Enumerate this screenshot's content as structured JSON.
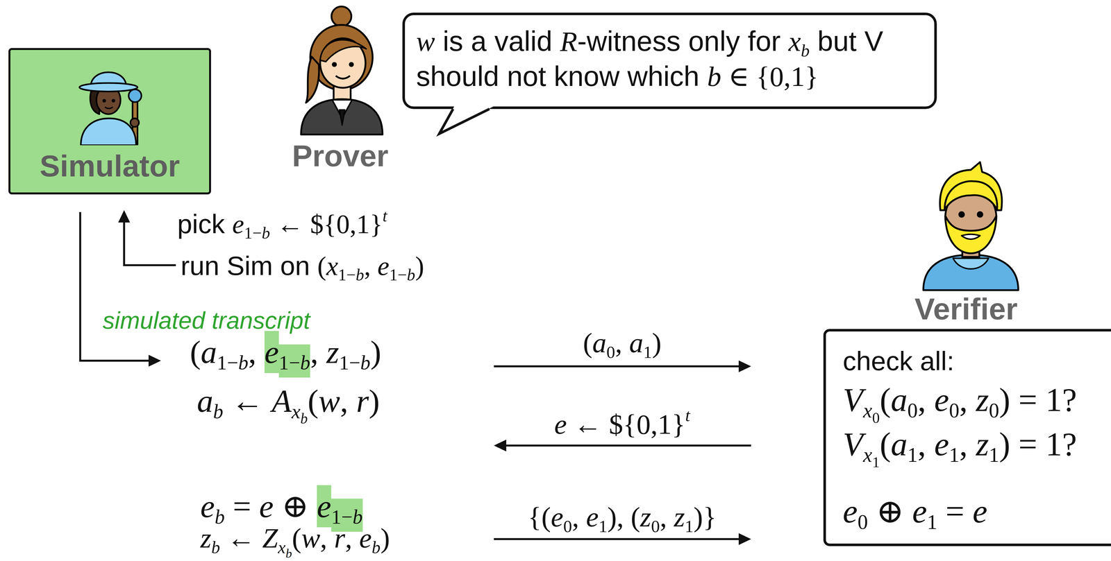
{
  "diagram": {
    "nodes": [
      {
        "text": [
          "Simulator"
        ]
      },
      {
        "text": [
          "w is a valid R-witness only for xb but V should not know which b ∈ {0,1}"
        ]
      },
      {
        "text": [
          "check all:",
          "Vx0(a0, e0, z0) = 1?",
          "Vx1(a1, e1, z1) = 1?",
          "e0 ⊕ e1 = e"
        ]
      }
    ],
    "labels": [
      "Prover",
      "Verifier",
      "pick e1−b ← ${0,1}t",
      "run Sim on (x1−b, e1−b)",
      "simulated transcript",
      "(a1−b, e1−b, z1−b)",
      "ab ← Axb(w, r)",
      "eb = e ⊕ e1−b",
      "zb ← Zxb(w, r, eb)",
      "(a0, a1)",
      "e ← ${0,1}t",
      "{(e0, e1), (z0, z1)}"
    ]
  }
}
